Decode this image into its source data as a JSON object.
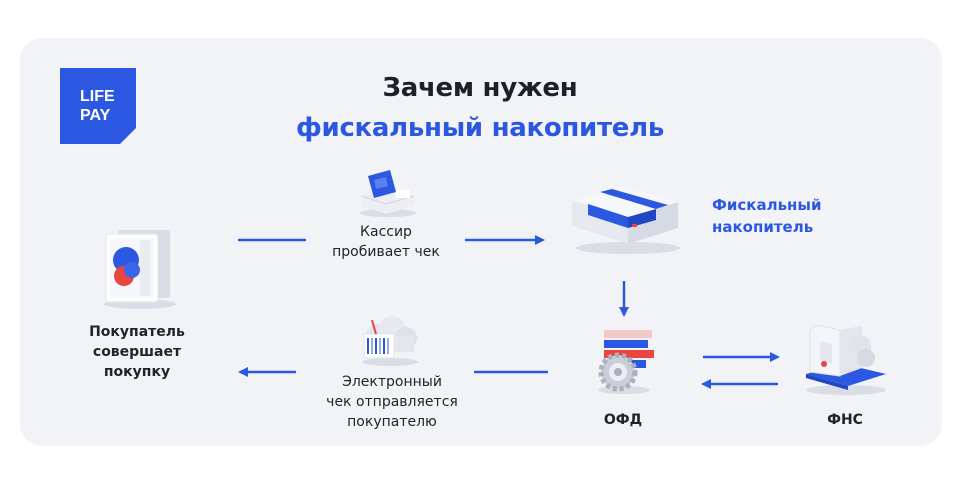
{
  "logo": {
    "line1": "LIFE",
    "line2": "PAY"
  },
  "title": {
    "line1": "Зачем нужен",
    "line2": "фискальный накопитель"
  },
  "nodes": {
    "buyer": {
      "line1": "Покупатель",
      "line2": "совершает",
      "line3": "покупку"
    },
    "cashier": {
      "line1": "Кассир",
      "line2": "пробивает чек"
    },
    "fn": {
      "line1": "Фискальный",
      "line2": "накопитель"
    },
    "receipt": {
      "line1": "Электронный",
      "line2": "чек отправляется",
      "line3": "покупателю"
    },
    "ofd": {
      "label": "ОФД"
    },
    "fns": {
      "label": "ФНС"
    }
  },
  "icons": [
    "logo-lifepay",
    "receipt-doc-icon",
    "cash-register-icon",
    "fiscal-drive-icon",
    "cloud-receipt-icon",
    "ofd-gear-icon",
    "fns-building-icon"
  ],
  "colors": {
    "accent": "#2c57e0",
    "text": "#23242b",
    "background": "#f1f3f7"
  }
}
